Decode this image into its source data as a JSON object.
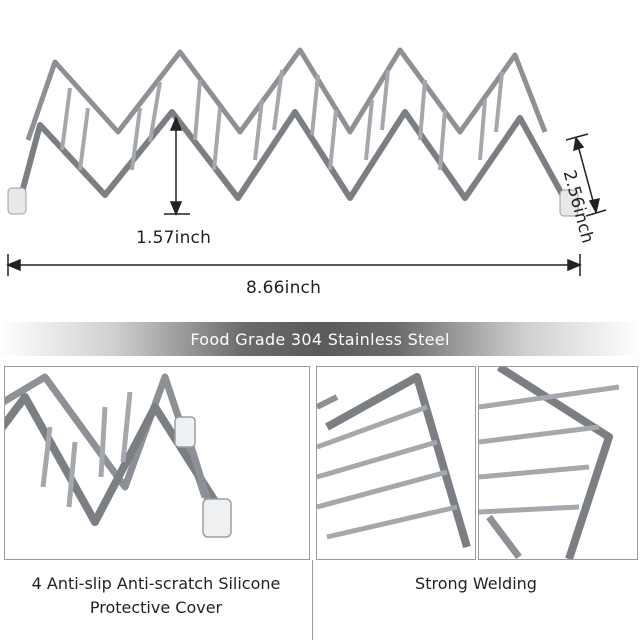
{
  "dimensions": {
    "height_label": "1.57inch",
    "length_label": "8.66inch",
    "width_label": "2.56inch"
  },
  "banner": {
    "text": "Food Grade 304 Stainless Steel"
  },
  "panels": {
    "left_caption_line1": "4 Anti-slip Anti-scratch Silicone",
    "left_caption_line2": "Protective Cover",
    "right_caption": "Strong Welding"
  },
  "colors": {
    "steel": "#b9bcc0",
    "steel_dark": "#6e7277",
    "banner": "#5a5a5a"
  }
}
